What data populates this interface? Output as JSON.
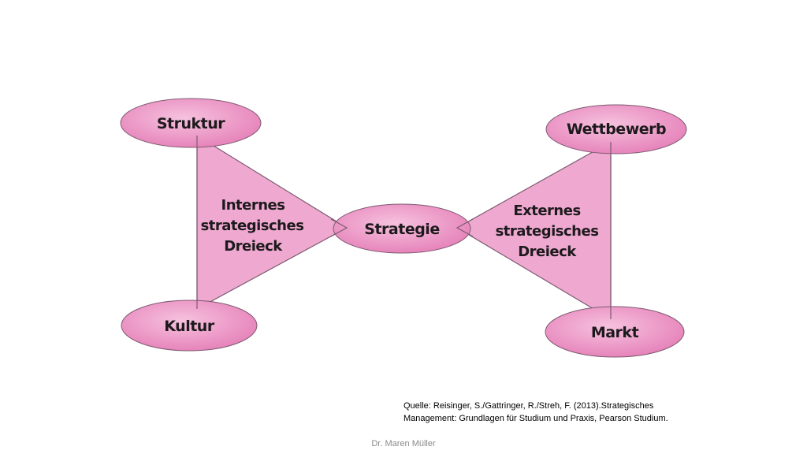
{
  "diagram": {
    "colors": {
      "fill": "#e88fc0",
      "fill_light": "#f3b7d6",
      "stroke": "#7d5a70",
      "text": "#1d1a1d"
    },
    "nodes": {
      "struktur": "Struktur",
      "kultur": "Kultur",
      "strategie": "Strategie",
      "wettbewerb": "Wettbewerb",
      "markt": "Markt"
    },
    "triangles": {
      "internal": [
        "Internes",
        "strategisches",
        "Dreieck"
      ],
      "external": [
        "Externes",
        "strategisches",
        "Dreieck"
      ]
    }
  },
  "source": {
    "line1": "Quelle: Reisinger, S./Gattringer, R./Streh, F. (2013).Strategisches",
    "line2": "Management: Grundlagen für Studium und Praxis, Pearson Studium."
  },
  "footer": {
    "author": "Dr. Maren Müller"
  }
}
